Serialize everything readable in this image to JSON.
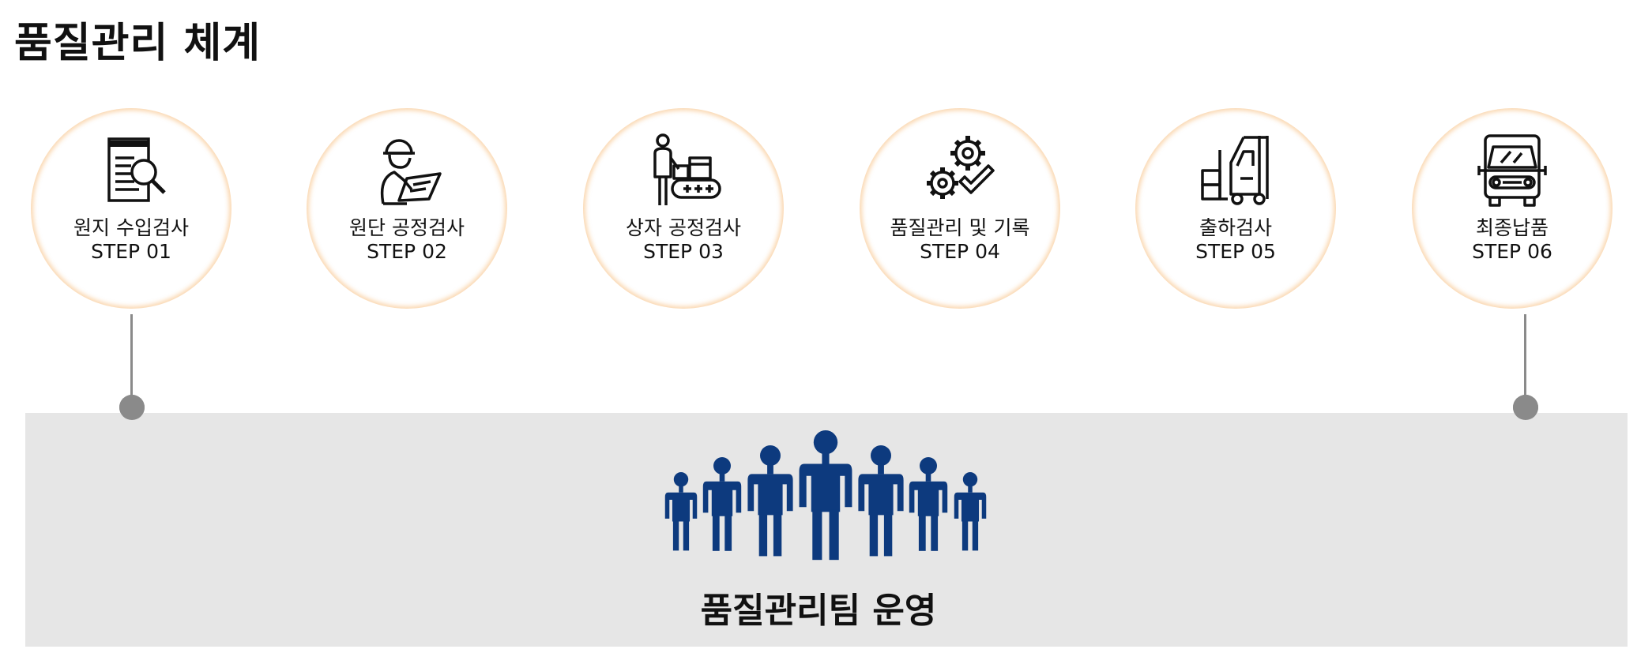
{
  "title": "품질관리 체계",
  "steps": [
    {
      "name": "원지 수입검사",
      "step": "STEP 01",
      "icon": "document-magnifier-icon"
    },
    {
      "name": "원단 공정검사",
      "step": "STEP 02",
      "icon": "worker-inspecting-icon"
    },
    {
      "name": "상자 공정검사",
      "step": "STEP 03",
      "icon": "conveyor-worker-icon"
    },
    {
      "name": "품질관리 및 기록",
      "step": "STEP 04",
      "icon": "gears-check-icon"
    },
    {
      "name": "출하검사",
      "step": "STEP 05",
      "icon": "forklift-icon"
    },
    {
      "name": "최종납품",
      "step": "STEP 06",
      "icon": "truck-icon"
    }
  ],
  "team": {
    "label": "품질관리팀 운영",
    "icon": "team-people-icon"
  },
  "colors": {
    "ring": "#f39a2e",
    "panel": "#e6e6e6",
    "team": "#0d3a7e",
    "connector": "#8a8a8a"
  }
}
